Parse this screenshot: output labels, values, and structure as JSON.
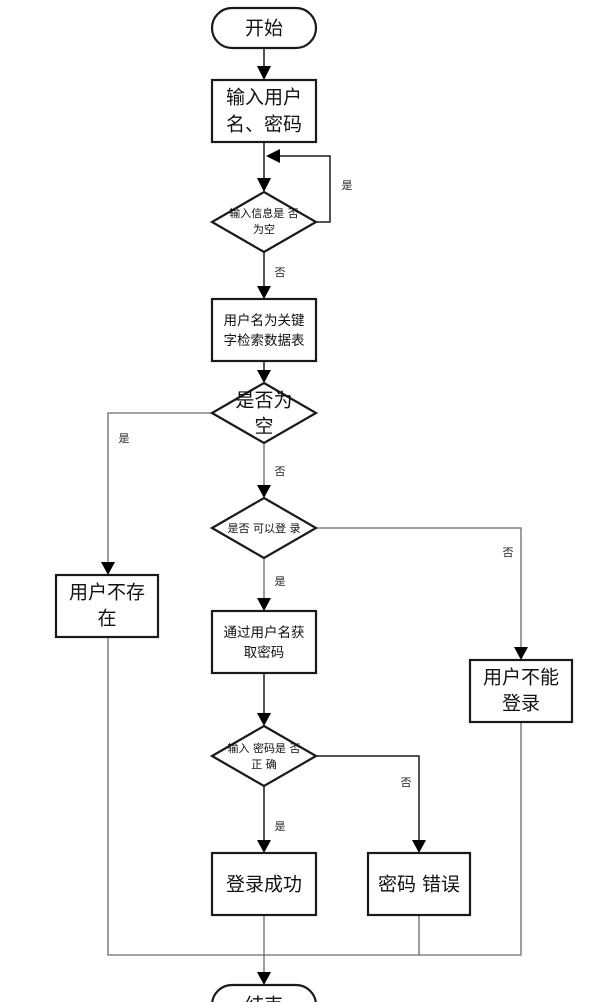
{
  "diagram": {
    "type": "flowchart",
    "title": "登录流程图",
    "nodes": {
      "start": {
        "kind": "terminal",
        "lines": [
          "开始"
        ]
      },
      "input": {
        "kind": "process",
        "lines": [
          "输入用户",
          "名、密码"
        ]
      },
      "check_empty_input": {
        "kind": "decision",
        "lines": [
          "输入信息是 否",
          "为空"
        ]
      },
      "search_db": {
        "kind": "process",
        "lines": [
          "用户名为关键",
          "字检索数据表"
        ]
      },
      "check_empty_result": {
        "kind": "decision",
        "lines": [
          "是否为",
          "空"
        ]
      },
      "check_can_login": {
        "kind": "decision",
        "lines": [
          "是否 可以登 录"
        ]
      },
      "user_not_exist": {
        "kind": "process",
        "lines": [
          "用户不存",
          "在"
        ]
      },
      "get_password": {
        "kind": "process",
        "lines": [
          "通过用户名获",
          "取密码"
        ]
      },
      "user_cannot_login": {
        "kind": "process",
        "lines": [
          "用户不能",
          "登录"
        ]
      },
      "check_password": {
        "kind": "decision",
        "lines": [
          "输入 密码是 否",
          "正 确"
        ]
      },
      "login_success": {
        "kind": "process",
        "lines": [
          "登录成功"
        ]
      },
      "password_error": {
        "kind": "process",
        "lines": [
          "密码 错误"
        ]
      },
      "end": {
        "kind": "terminal",
        "lines": [
          "结束"
        ]
      }
    },
    "edges": [
      {
        "from": "start",
        "to": "input",
        "label": ""
      },
      {
        "from": "input",
        "to": "check_empty_input",
        "label": ""
      },
      {
        "from": "check_empty_input",
        "to": "check_empty_input",
        "label": "是"
      },
      {
        "from": "check_empty_input",
        "to": "search_db",
        "label": "否"
      },
      {
        "from": "search_db",
        "to": "check_empty_result",
        "label": ""
      },
      {
        "from": "check_empty_result",
        "to": "user_not_exist",
        "label": "是"
      },
      {
        "from": "check_empty_result",
        "to": "check_can_login",
        "label": "否"
      },
      {
        "from": "check_can_login",
        "to": "get_password",
        "label": "是"
      },
      {
        "from": "check_can_login",
        "to": "user_cannot_login",
        "label": "否"
      },
      {
        "from": "get_password",
        "to": "check_password",
        "label": ""
      },
      {
        "from": "check_password",
        "to": "login_success",
        "label": "是"
      },
      {
        "from": "check_password",
        "to": "password_error",
        "label": "否"
      },
      {
        "from": "user_not_exist",
        "to": "end",
        "label": ""
      },
      {
        "from": "login_success",
        "to": "end",
        "label": ""
      },
      {
        "from": "password_error",
        "to": "end",
        "label": ""
      },
      {
        "from": "user_cannot_login",
        "to": "end",
        "label": ""
      }
    ],
    "edge_labels": {
      "loop_yes": "是",
      "input_no": "否",
      "empty_yes": "是",
      "empty_no": "否",
      "can_login_yes": "是",
      "can_login_no": "否",
      "pwd_yes": "是",
      "pwd_no": "否"
    }
  }
}
